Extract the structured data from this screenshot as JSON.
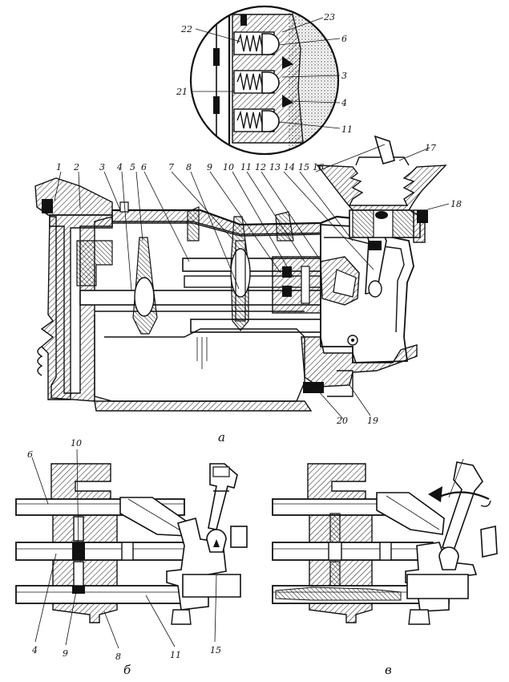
{
  "figure": {
    "callouts_main": [
      "1",
      "2",
      "3",
      "4",
      "5",
      "6",
      "7",
      "8",
      "9",
      "10",
      "11",
      "12",
      "13",
      "14",
      "15",
      "16",
      "17",
      "18",
      "19",
      "20"
    ],
    "callouts_inset": [
      "22",
      "23",
      "6",
      "3",
      "21",
      "4",
      "11"
    ],
    "callouts_view_b": [
      "6",
      "10",
      "4",
      "9",
      "8",
      "11",
      "15"
    ],
    "captions": {
      "a": "а",
      "b": "б",
      "v": "в"
    }
  }
}
